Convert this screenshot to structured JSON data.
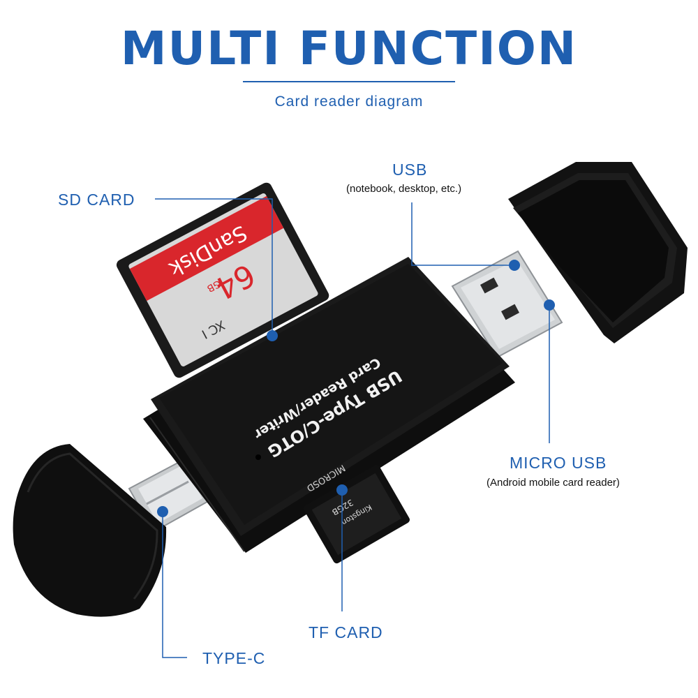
{
  "header": {
    "title": "MULTI FUNCTION",
    "subtitle": "Card reader diagram"
  },
  "labels": {
    "sd_card": "SD CARD",
    "usb": "USB",
    "usb_note": "(notebook, desktop, etc.)",
    "micro_usb": "MICRO USB",
    "micro_usb_note": "(Android mobile card reader)",
    "tf_card": "TF CARD",
    "type_c": "TYPE-C"
  },
  "device": {
    "line1": "USB Type-C/OTG",
    "line2": "Card Reader/Writer",
    "slot_label": "MICROSD"
  },
  "sd_card": {
    "brand": "SanDisk",
    "capacity": "64",
    "unit": "GB",
    "class": "XC I"
  },
  "tf_card": {
    "brand": "Kingston",
    "capacity": "32GB"
  },
  "colors": {
    "accent": "#1f5fb0",
    "device_body": "#111111",
    "sd_red": "#d9262c"
  }
}
